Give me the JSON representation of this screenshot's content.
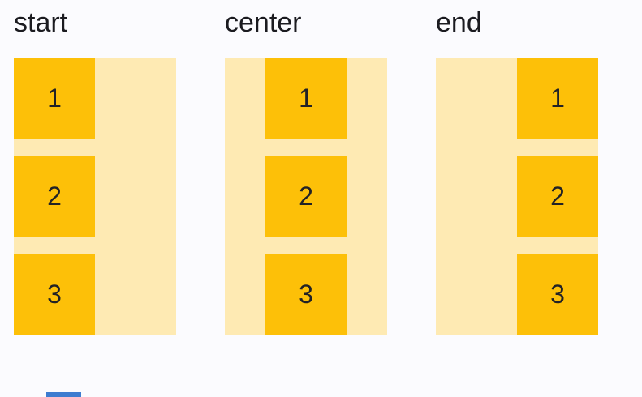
{
  "page": {
    "background": "#FBFBFE"
  },
  "colors": {
    "container": "#FEEAB3",
    "item": "#FDC008",
    "label_text": "#1B1B20",
    "item_text": "#222226",
    "partial_element": "#3D7CD0"
  },
  "examples": [
    {
      "label": "start",
      "alignment": "start",
      "items": [
        "1",
        "2",
        "3"
      ]
    },
    {
      "label": "center",
      "alignment": "center",
      "items": [
        "1",
        "2",
        "3"
      ]
    },
    {
      "label": "end",
      "alignment": "end",
      "items": [
        "1",
        "2",
        "3"
      ]
    }
  ]
}
